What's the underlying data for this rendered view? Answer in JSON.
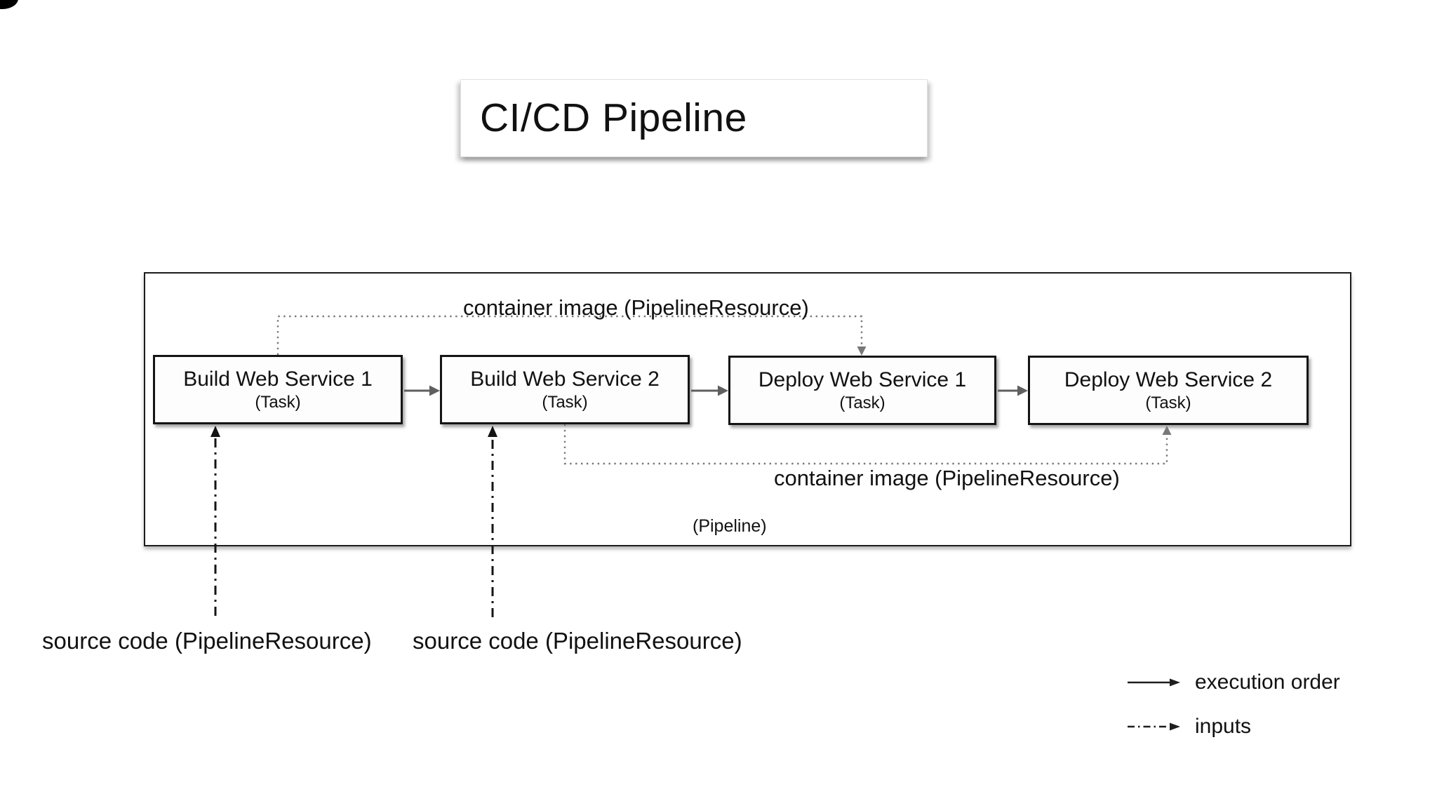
{
  "title": "CI/CD Pipeline",
  "pipeline": {
    "label": "(Pipeline)",
    "tasks": [
      {
        "title": "Build Web Service 1",
        "subtitle": "(Task)"
      },
      {
        "title": "Build Web Service 2",
        "subtitle": "(Task)"
      },
      {
        "title": "Deploy Web Service 1",
        "subtitle": "(Task)"
      },
      {
        "title": "Deploy Web Service 2",
        "subtitle": "(Task)"
      }
    ]
  },
  "annotations": {
    "container_image_top": "container image (PipelineResource)",
    "container_image_bottom": "container image (PipelineResource)",
    "source_code_1": "source code (PipelineResource)",
    "source_code_2": "source code (PipelineResource)"
  },
  "legend": {
    "execution_order": "execution order",
    "inputs": "inputs"
  },
  "colors": {
    "execution_arrow": "#5f5f5f",
    "resource_dotted_line": "#787878",
    "input_dashdot_line": "#141414",
    "box_border": "#151515",
    "text": "#111111",
    "background": "#ffffff"
  }
}
